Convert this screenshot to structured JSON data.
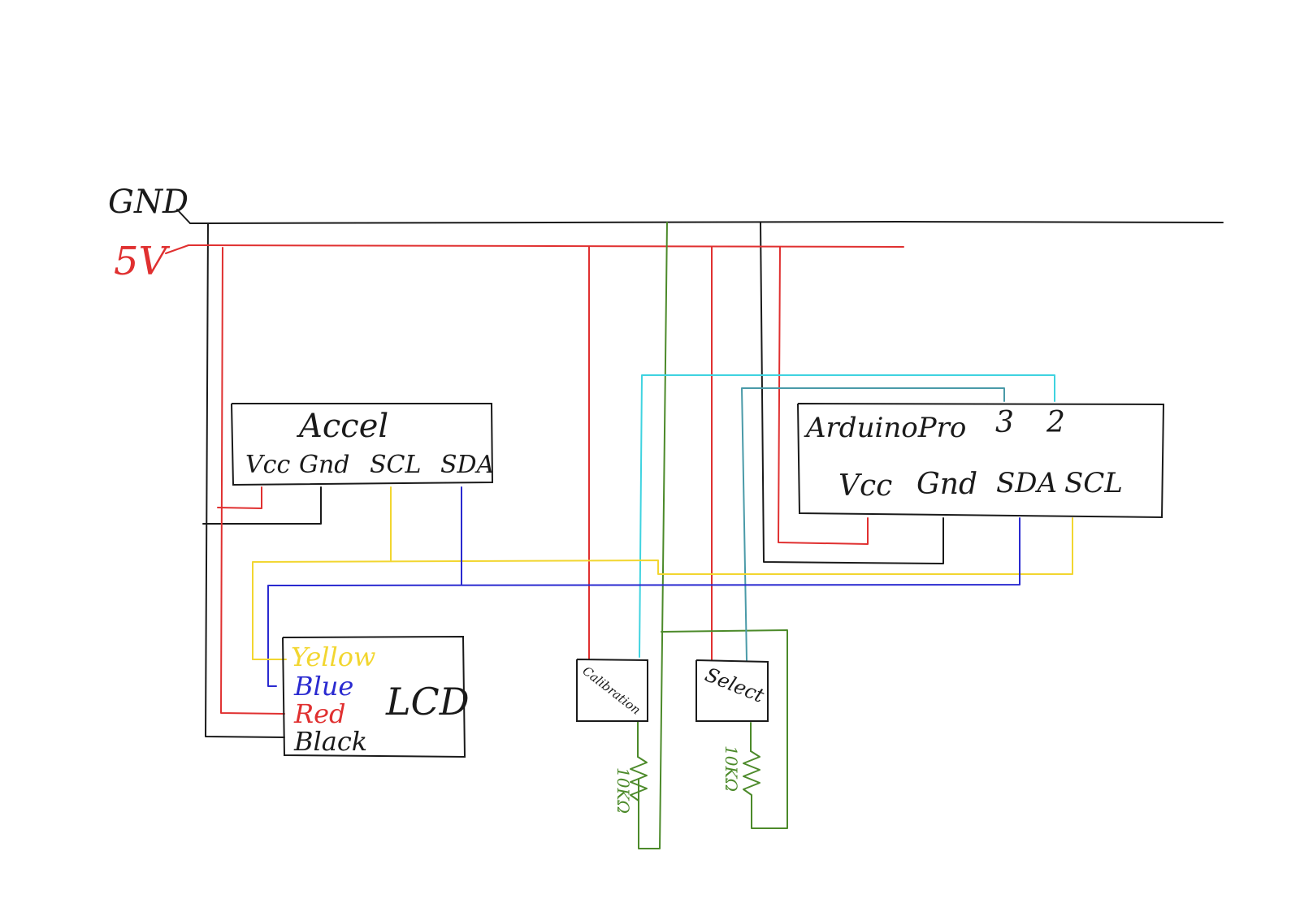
{
  "rails": {
    "gnd_label": "GND",
    "v5_label": "5V"
  },
  "accel": {
    "title": "Accel",
    "pins": [
      "Vcc",
      "Gnd",
      "SCL",
      "SDA"
    ]
  },
  "arduino": {
    "title": "ArduinoPro",
    "pin3": "3",
    "pin2": "2",
    "pins": [
      "Vcc",
      "Gnd",
      "SDA",
      "SCL"
    ]
  },
  "lcd": {
    "title": "LCD",
    "wires": [
      "Yellow",
      "Blue",
      "Red",
      "Black"
    ]
  },
  "calibration": {
    "label": "Calibration",
    "resistor": "10KΩ"
  },
  "select": {
    "label": "Select",
    "resistor": "10KΩ"
  },
  "colors": {
    "gnd": "#1a1a1a",
    "v5": "#e03030",
    "yellow": "#f2d630",
    "blue": "#2a2ad0",
    "cyan": "#3fd3e0",
    "teal": "#4a9aa8",
    "green": "#4c8a2a"
  }
}
